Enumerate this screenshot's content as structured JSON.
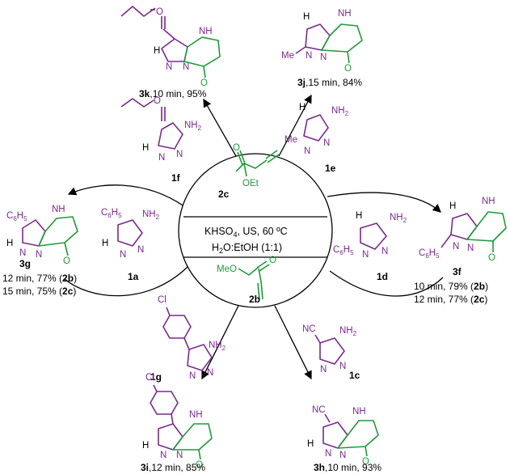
{
  "center": {
    "reagent_top": "2c",
    "reagent_top_group": "OEt",
    "conditions_line1": "KHSO",
    "conditions_sub": "4",
    "conditions_line1_rest": ", US, 60 ºC",
    "conditions_line2": "H",
    "conditions_line2_sub": "2",
    "conditions_line2_rest": "O:EtOH (1:1)",
    "reagent_bottom": "2b",
    "reagent_bottom_group": "MeO"
  },
  "reactants": {
    "r1f": "1f",
    "r1e": "1e",
    "r1a": "1a",
    "r1d": "1d",
    "r1g": "1g",
    "r1c": "1c"
  },
  "products": {
    "p3k": {
      "id": "3k",
      "cond": ",10 min, 95%"
    },
    "p3j": {
      "id": "3j",
      "cond": ",15 min, 84%"
    },
    "p3g": {
      "id": "3g",
      "line1": "12 min, 77% (",
      "line1_b": "2b",
      "line2": "15 min, 75% (",
      "line2_b": "2c",
      "close": ")"
    },
    "p3f": {
      "id": "3f",
      "line1": "10 min, 79% (",
      "line1_b": "2b",
      "line2": "12 min, 77% (",
      "line2_b": "2c",
      "close": ")"
    },
    "p3i": {
      "id": "3i",
      "cond": ",12 min, 85%"
    },
    "p3h": {
      "id": "3h",
      "cond": ",10 min, 93%"
    }
  },
  "atoms": {
    "N": "N",
    "NH": "NH",
    "H": "H",
    "O": "O",
    "NH2": "NH",
    "sub2": "2",
    "Me": "Me",
    "C6H5": "C",
    "sub6": "6",
    "H5": "H",
    "sub5": "5",
    "CN": "NC",
    "Cl": "Cl"
  }
}
